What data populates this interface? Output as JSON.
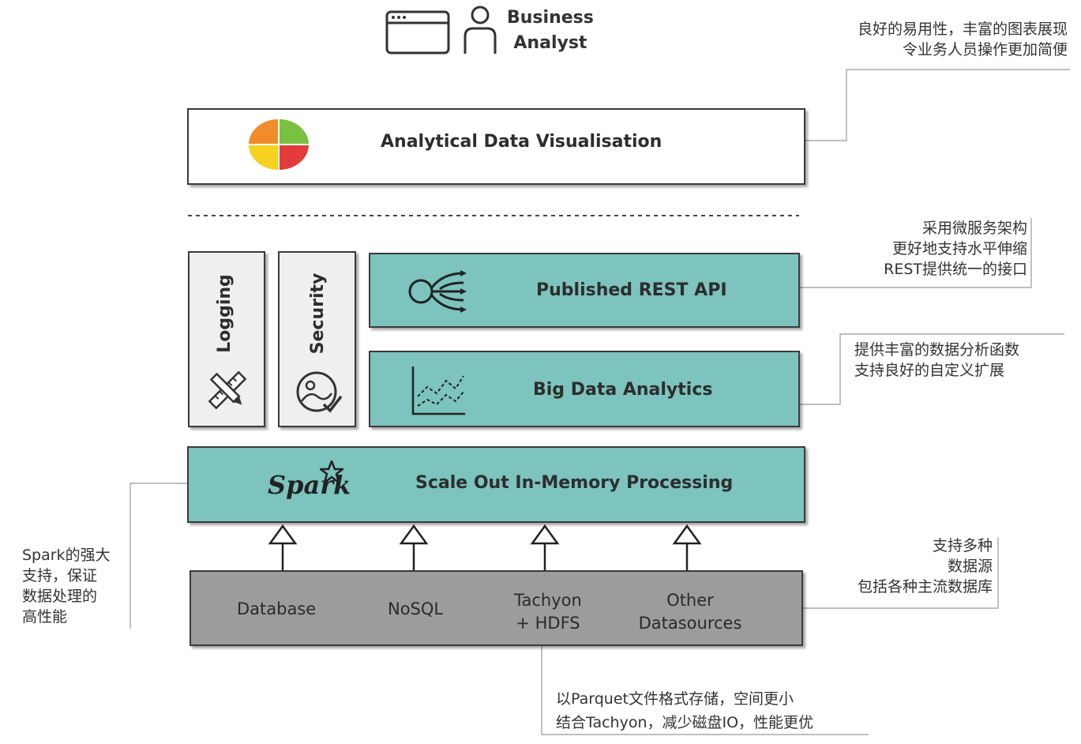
{
  "header": {
    "persona_line1": "Business",
    "persona_line2": "Analyst",
    "icons": [
      "browser-window-icon",
      "person-icon"
    ]
  },
  "layers": {
    "visualisation": {
      "label": "Analytical  Data Visualisation",
      "icon": "pie-chart-icon"
    },
    "logging": {
      "label": "Logging",
      "icon": "pencil-ruler-icon"
    },
    "security": {
      "label": "Security",
      "icon": "secure-check-icon"
    },
    "rest_api": {
      "label": "Published REST API",
      "icon": "api-branch-icon"
    },
    "analytics": {
      "label": "Big Data Analytics",
      "icon": "line-chart-icon"
    },
    "processing": {
      "label": "Scale Out In-Memory Processing",
      "logo_text": "Spark"
    },
    "sources": {
      "database": "Database",
      "nosql": "NoSQL",
      "tachyon_line1": "Tachyon",
      "tachyon_line2": "+ HDFS",
      "other_line1": "Other",
      "other_line2": "Datasources"
    }
  },
  "notes": {
    "usability": [
      "良好的易用性，丰富的图表展现",
      "令业务人员操作更加简便"
    ],
    "microservice": [
      "采用微服务架构",
      "更好地支持水平伸缩",
      "REST提供统一的接口"
    ],
    "analytics": [
      "提供丰富的数据分析函数",
      "支持良好的自定义扩展"
    ],
    "spark": [
      "Spark的强大",
      "支持，保证",
      "数据处理的",
      "高性能"
    ],
    "datasources": [
      "支持多种",
      "数据源",
      "包括各种主流数据库"
    ],
    "parquet": [
      "以Parquet文件格式存储，空间更小",
      "结合Tachyon，减少磁盘IO，性能更优"
    ]
  },
  "colors": {
    "teal": "#7cc4bd",
    "gray_box": "#9c9c9c",
    "light_box": "#efefef",
    "line": "#555555"
  }
}
